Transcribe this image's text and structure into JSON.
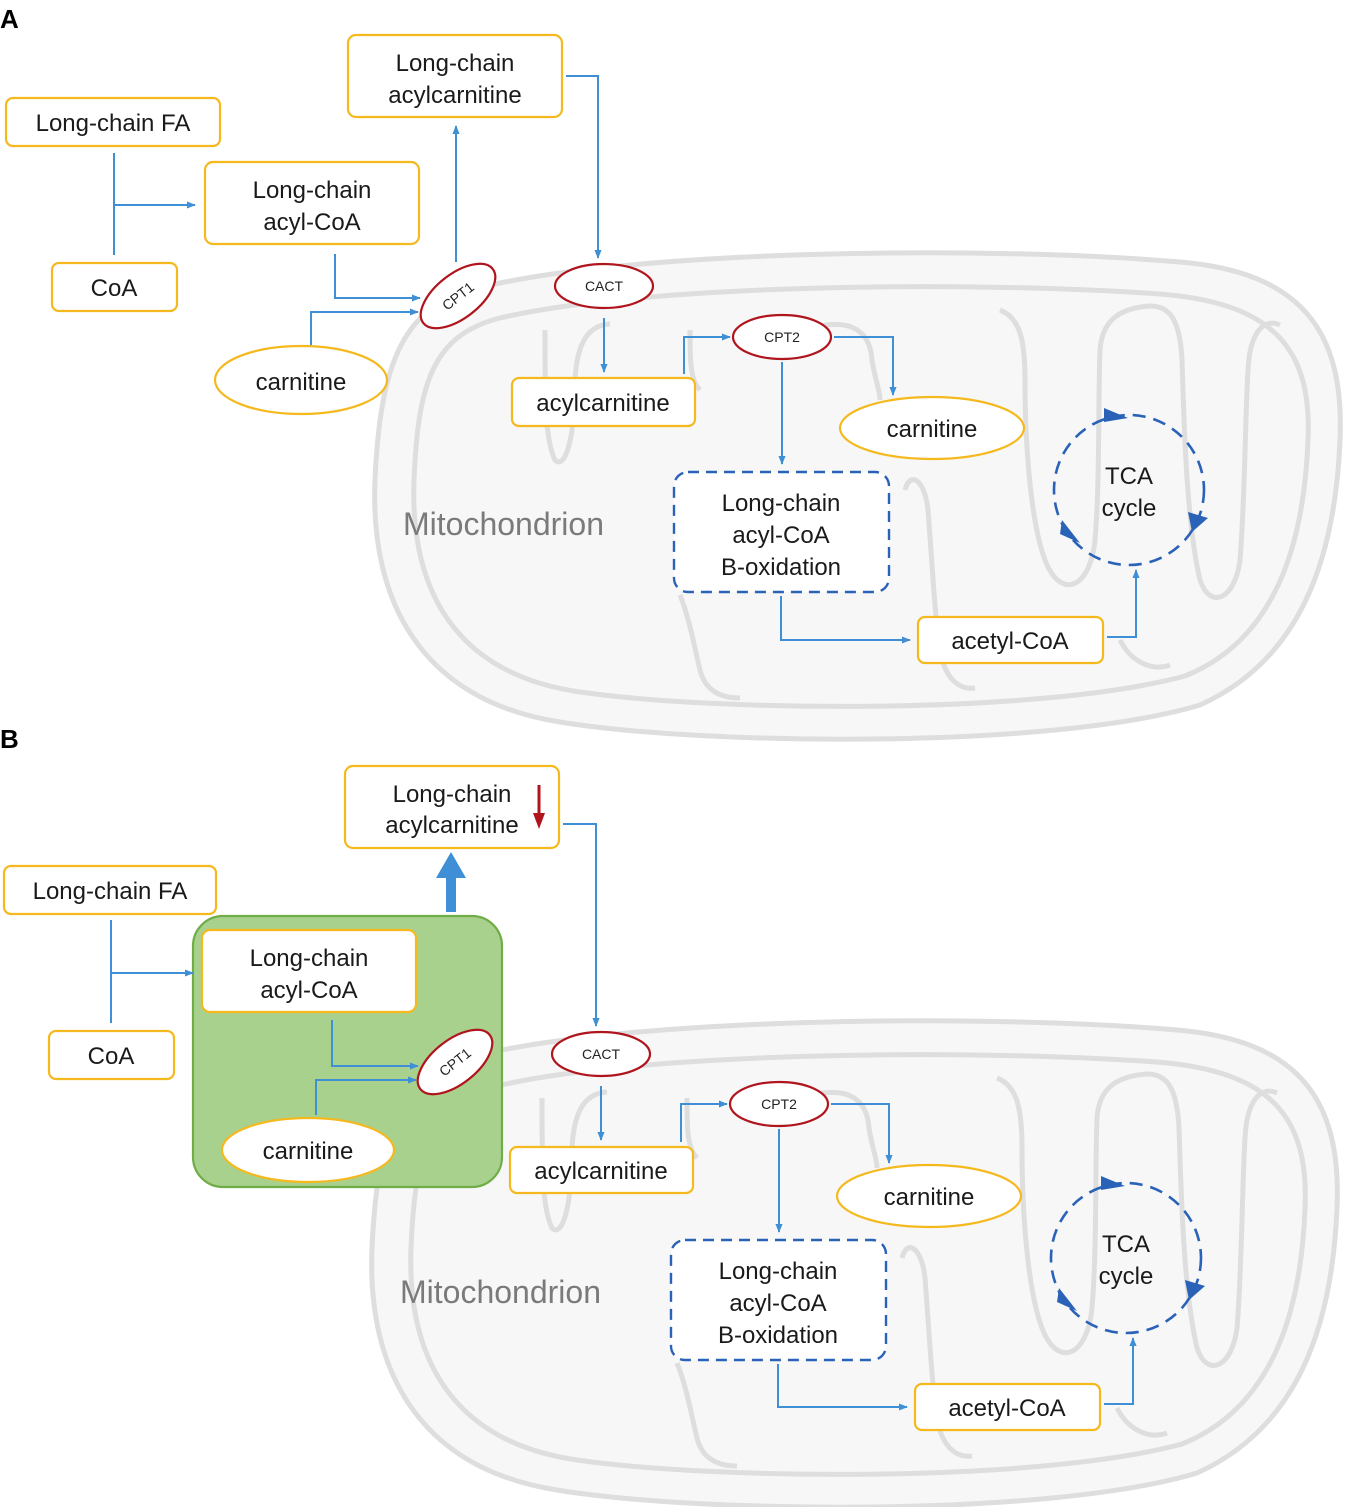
{
  "panels": {
    "a": {
      "letter": "A",
      "long_chain_fa": "Long-chain FA",
      "coa": "CoA",
      "acyl_coa_1": "Long-chain",
      "acyl_coa_2": "acyl-CoA",
      "acylcarnitine_lc_1": "Long-chain",
      "acylcarnitine_lc_2": "acylcarnitine",
      "carnitine_in": "carnitine",
      "cpt1": "CPT1",
      "cact": "CACT",
      "cpt2": "CPT2",
      "acylcarnitine": "acylcarnitine",
      "carnitine_out": "carnitine",
      "beta_ox_1": "Long-chain",
      "beta_ox_2": "acyl-CoA",
      "beta_ox_3": "B-oxidation",
      "tca_1": "TCA",
      "tca_2": "cycle",
      "acetyl_coa": "acetyl-CoA",
      "mitochondrion": "Mitochondrion"
    },
    "b": {
      "letter": "B",
      "long_chain_fa": "Long-chain FA",
      "coa": "CoA",
      "acyl_coa_1": "Long-chain",
      "acyl_coa_2": "acyl-CoA",
      "acylcarnitine_lc_1": "Long-chain",
      "acylcarnitine_lc_2": "acylcarnitine",
      "carnitine_in": "carnitine",
      "cpt1": "CPT1",
      "cact": "CACT",
      "cpt2": "CPT2",
      "acylcarnitine": "acylcarnitine",
      "carnitine_out": "carnitine",
      "beta_ox_1": "Long-chain",
      "beta_ox_2": "acyl-CoA",
      "beta_ox_3": "B-oxidation",
      "tca_1": "TCA",
      "tca_2": "cycle",
      "acetyl_coa": "acetyl-CoA",
      "mitochondrion": "Mitochondrion",
      "decrease_arrow": "down-arrow-icon"
    }
  },
  "colors": {
    "box_border": "#f5b91e",
    "enzyme_border": "#b0141c",
    "arrow": "#3f8fd6",
    "dashed_border": "#2a62b8",
    "highlight_fill": "#a9d18e",
    "highlight_border": "#70ad47",
    "decrease_arrow": "#b0141c",
    "membrane": "#dedede"
  }
}
